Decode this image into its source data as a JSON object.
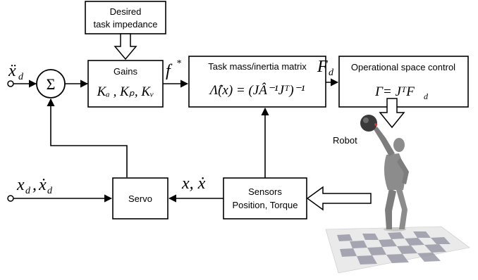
{
  "blocks": {
    "impedance": {
      "line1": "Desired",
      "line2": "task impedance"
    },
    "gains": {
      "title": "Gains",
      "formula": "Kₐ , Kₚ, Kᵥ"
    },
    "mass_matrix": {
      "title": "Task mass/inertia matrix",
      "formula": "Λ̂(x) = (JÂ⁻¹Jᵀ)⁻¹"
    },
    "operational": {
      "title": "Operational space control",
      "formula": "Γ= JᵀF",
      "formula_sub": "d"
    },
    "servo": {
      "title": "Servo"
    },
    "sensors": {
      "line1": "Sensors",
      "line2": "Position, Torque"
    },
    "sum": {
      "symbol": "Σ"
    }
  },
  "signals": {
    "xdd": {
      "base": "ẍ",
      "sub": "d"
    },
    "xd_xdotd": {
      "text": "x",
      "sub": "d",
      "sep": ",",
      "text2": "ẋ",
      "sub2": "d"
    },
    "fstar": {
      "base": "f",
      "sup": "*"
    },
    "Fd": {
      "base": "F",
      "sub": "d"
    },
    "x_xdot": {
      "text": "x, ẋ"
    }
  },
  "robot_label": "Robot",
  "colors": {
    "stroke": "#000000",
    "robot_body": "#8c8c8c",
    "ball": "#3a3a3a",
    "checker_light": "#eaeaea",
    "checker_dark": "#9a9aa8"
  }
}
